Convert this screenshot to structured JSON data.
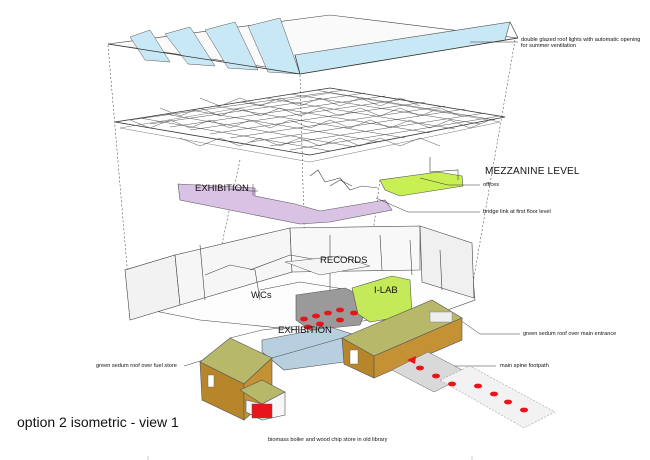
{
  "rooms": {
    "exhibition_upper": "EXHIBITION",
    "records": "RECORDS",
    "wcs": "WCs",
    "ilab": "I-LAB",
    "exhibition_lower": "EXHIBITION"
  },
  "levels": {
    "mezzanine": "MEZZANINE LEVEL"
  },
  "annotations": {
    "roof_lights_line1": "double glazed roof lights with automatic opening",
    "roof_lights_line2": "for summer ventilation",
    "offices": "offices",
    "bridge_link": "bridge link at first floor level",
    "sedum_main": "green sedum roof  over main entrance",
    "spine_footpath": "main spine footpath",
    "sedum_fuel": "green sedum roof  over fuel store",
    "biomass": "biomass boiler and wood chip store in old library"
  },
  "title": "option 2 isometric - view 1",
  "colors": {
    "glass": "#c9e8f5",
    "mezzanine_purple": "#d9c2e4",
    "office_green": "#c8f055",
    "ilab_green": "#c4ea5a",
    "exhibition_blue": "#b8cfe0",
    "records_grey": "#9a9a9a",
    "timber": "#b8862a",
    "sedum": "#b7b86a",
    "marker_red": "#e8141b"
  }
}
